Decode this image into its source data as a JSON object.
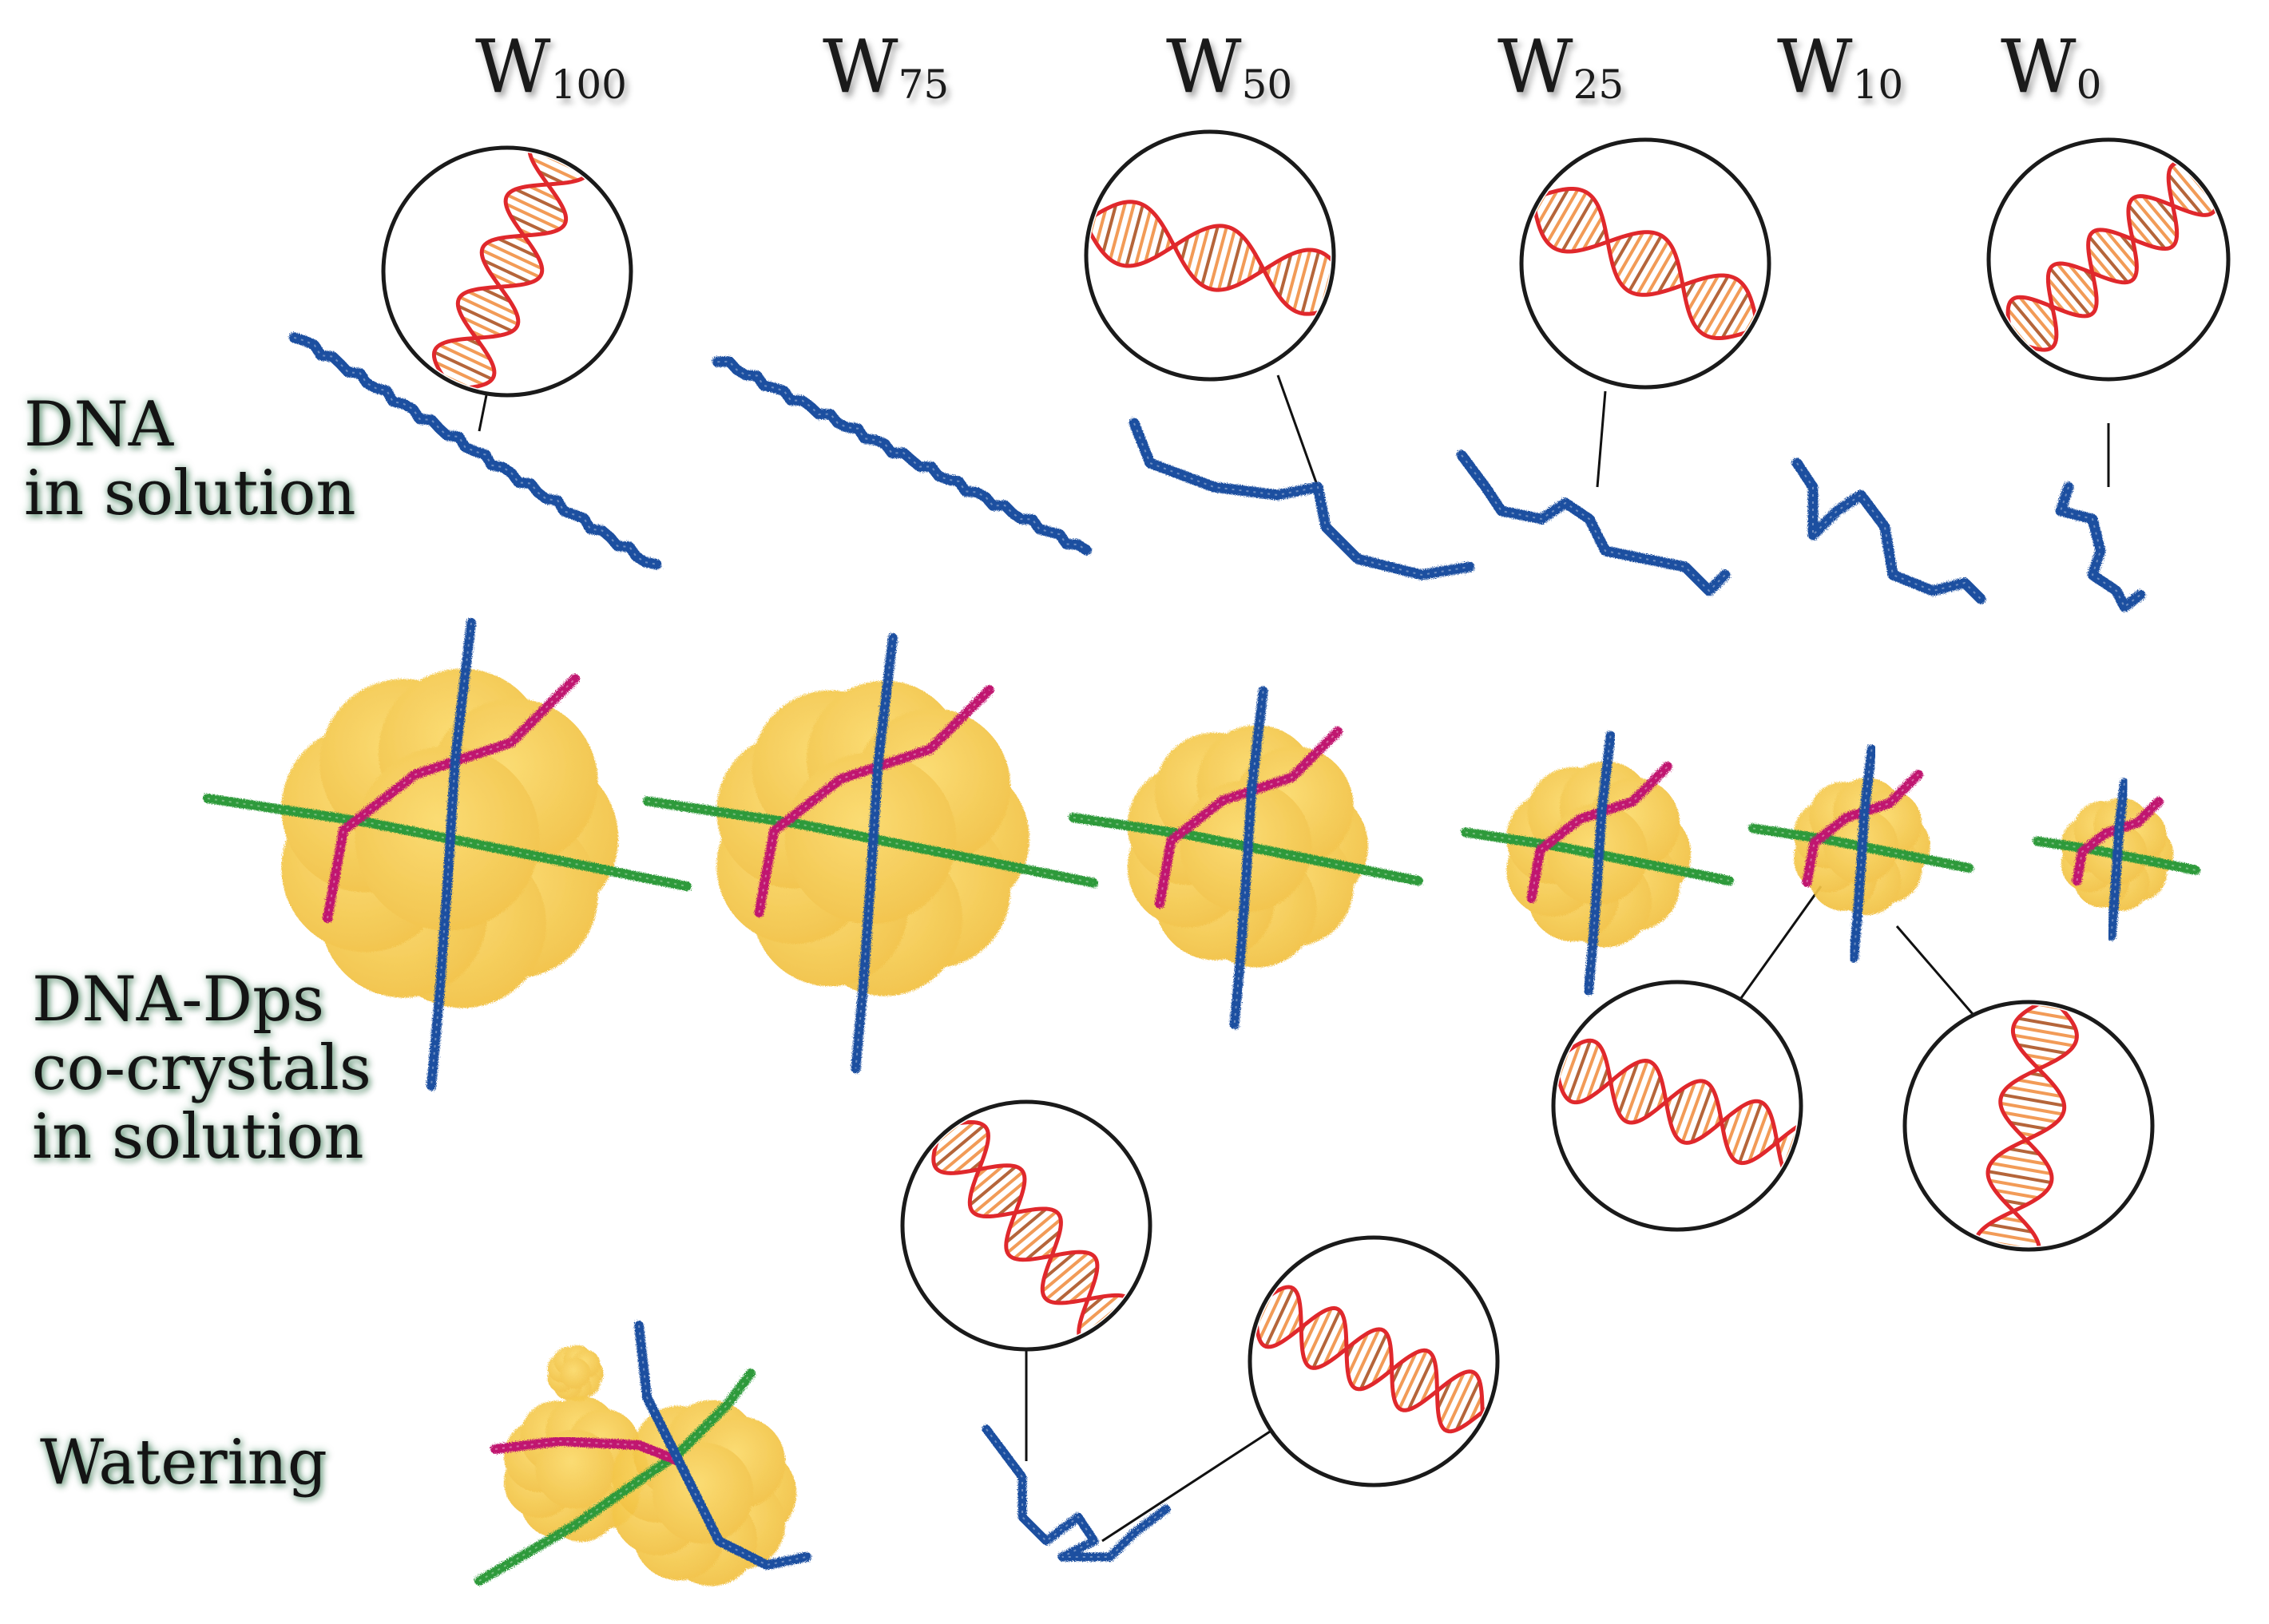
{
  "columns": [
    {
      "letter": "W",
      "sub": "100"
    },
    {
      "letter": "W",
      "sub": "75"
    },
    {
      "letter": "W",
      "sub": "50"
    },
    {
      "letter": "W",
      "sub": "25"
    },
    {
      "letter": "W",
      "sub": "10"
    },
    {
      "letter": "W",
      "sub": "0"
    }
  ],
  "rows": {
    "dna": [
      "DNA",
      "in solution"
    ],
    "codps": [
      "DNA-Dps",
      "co-crystals",
      "in solution"
    ],
    "watering": [
      "Watering"
    ]
  },
  "colors": {
    "dna_strand": "#1f4fa0",
    "strand_magenta": "#c01870",
    "strand_green": "#2e9a3a",
    "dps_protein": "#f5c84a",
    "helix": "#e0282c",
    "helix_base": "#a84a18"
  }
}
